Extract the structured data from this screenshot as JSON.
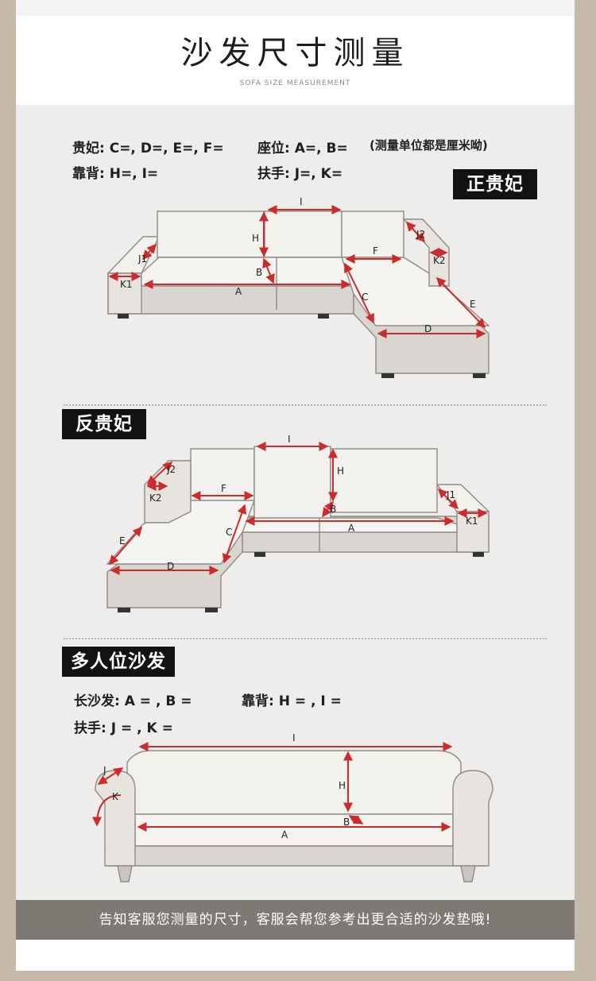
{
  "header": {
    "title": "沙发尺寸测量",
    "subtitle": "SOFA SIZE MEASUREMENT"
  },
  "section1": {
    "line1_left": "贵妃: C=, D=, E=, F=",
    "line1_mid": "座位: A=, B=",
    "unit_note": "(测量单位都是厘米呦)",
    "line2_left": "靠背: H=, I=",
    "line2_mid": "扶手: J=, K=",
    "tag": "正贵妃"
  },
  "section2": {
    "tag": "反贵妃"
  },
  "section3": {
    "tag": "多人位沙发",
    "line1_left": "长沙发: A = , B =",
    "line1_mid": "靠背: H = , I =",
    "line2_left": "扶手: J = , K ="
  },
  "labels": {
    "A": "A",
    "B": "B",
    "C": "C",
    "D": "D",
    "E": "E",
    "F": "F",
    "H": "H",
    "I": "I",
    "J": "J",
    "K": "K",
    "J1": "J1",
    "J2": "J2",
    "K1": "K1",
    "K2": "K2"
  },
  "footer": {
    "text": "告知客服您测量的尺寸，客服会帮您参考出更合适的沙发垫哦!"
  },
  "colors": {
    "accent_red": "#cc2b2b",
    "tag_bg": "#121212",
    "footer_bg": "#7d7a73",
    "frame": "#c5b9aa"
  }
}
